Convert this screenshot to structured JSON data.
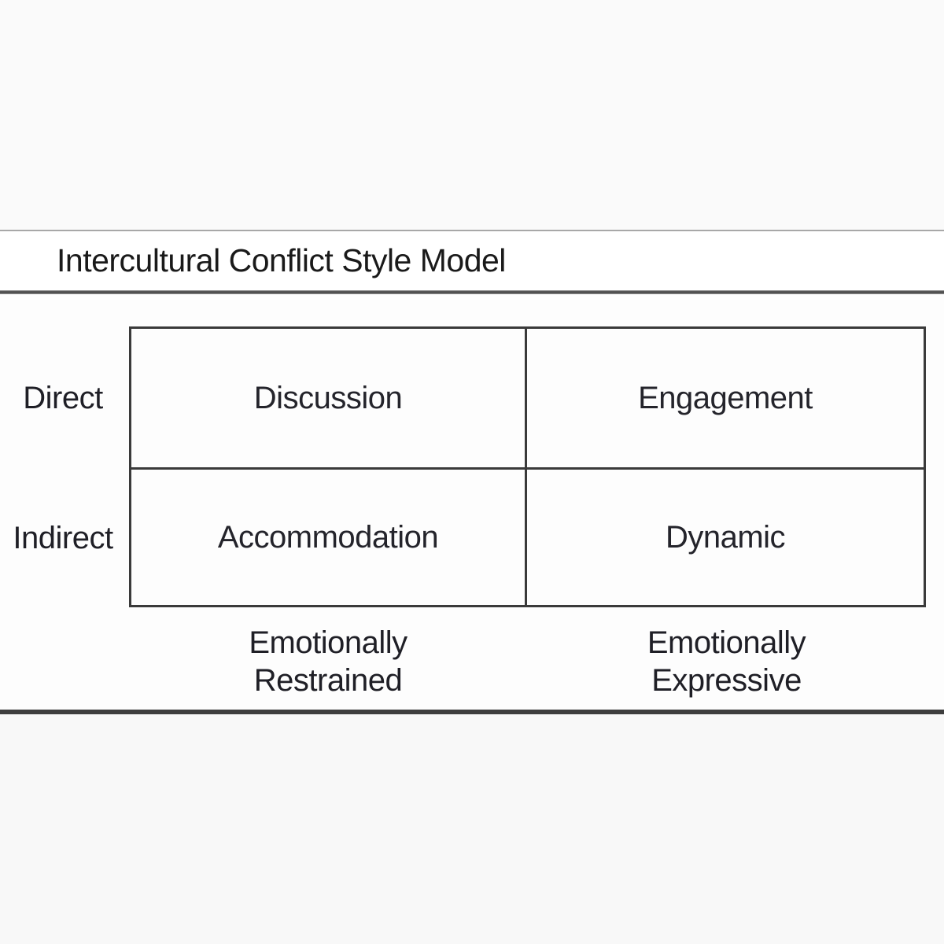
{
  "title": "Intercultural Conflict Style Model",
  "matrix": {
    "row_labels": [
      "Direct",
      "Indirect"
    ],
    "column_labels": [
      {
        "line1": "Emotionally",
        "line2": "Restrained"
      },
      {
        "line1": "Emotionally",
        "line2": "Expressive"
      }
    ],
    "quadrants": [
      {
        "row": "Direct",
        "column": "Emotionally Restrained",
        "label": "Discussion"
      },
      {
        "row": "Direct",
        "column": "Emotionally Expressive",
        "label": "Engagement"
      },
      {
        "row": "Indirect",
        "column": "Emotionally Restrained",
        "label": "Accommodation"
      },
      {
        "row": "Indirect",
        "column": "Emotionally Expressive",
        "label": "Dynamic"
      }
    ]
  },
  "colors": {
    "canvas": "#fafafa",
    "title_band": "#ffffff",
    "panel": "#fdfdfd",
    "bottom_band": "#f8f8f8",
    "hairline": "#a8a8a8",
    "thick_rule": "#4f4f4f",
    "box_border": "#3a3a3a",
    "text": "#23232a"
  }
}
